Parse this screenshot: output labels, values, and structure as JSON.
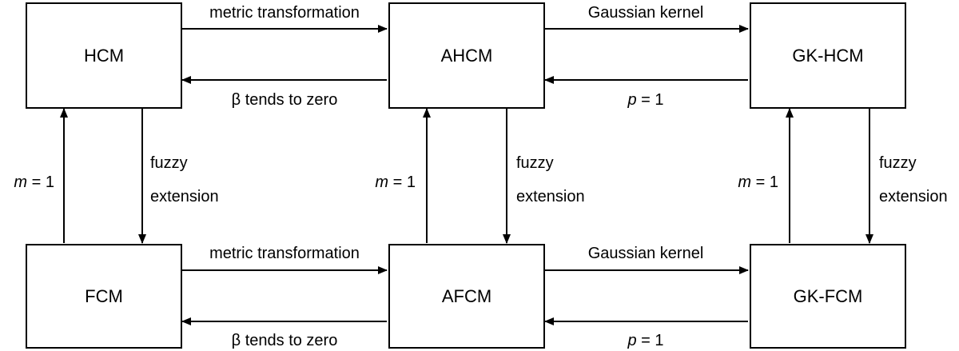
{
  "nodes": {
    "hcm": "HCM",
    "ahcm": "AHCM",
    "gkhcm": "GK-HCM",
    "fcm": "FCM",
    "afcm": "AFCM",
    "gkfcm": "GK-FCM"
  },
  "edges": {
    "metric_top": "metric transformation",
    "gaussian_top": "Gaussian kernel",
    "beta_top": "β tends to zero",
    "p_top_var": "p",
    "p_top_rest": " = 1",
    "fuzzy_1_a": "fuzzy",
    "fuzzy_1_b": "extension",
    "fuzzy_2_a": "fuzzy",
    "fuzzy_2_b": "extension",
    "fuzzy_3_a": "fuzzy",
    "fuzzy_3_b": "extension",
    "m_1_var": "m",
    "m_1_rest": " = 1",
    "m_2_var": "m",
    "m_2_rest": " = 1",
    "m_3_var": "m",
    "m_3_rest": " = 1",
    "metric_bottom": "metric transformation",
    "gaussian_bottom": "Gaussian kernel",
    "beta_bottom": "β tends to zero",
    "p_bottom_var": "p",
    "p_bottom_rest": " = 1"
  }
}
